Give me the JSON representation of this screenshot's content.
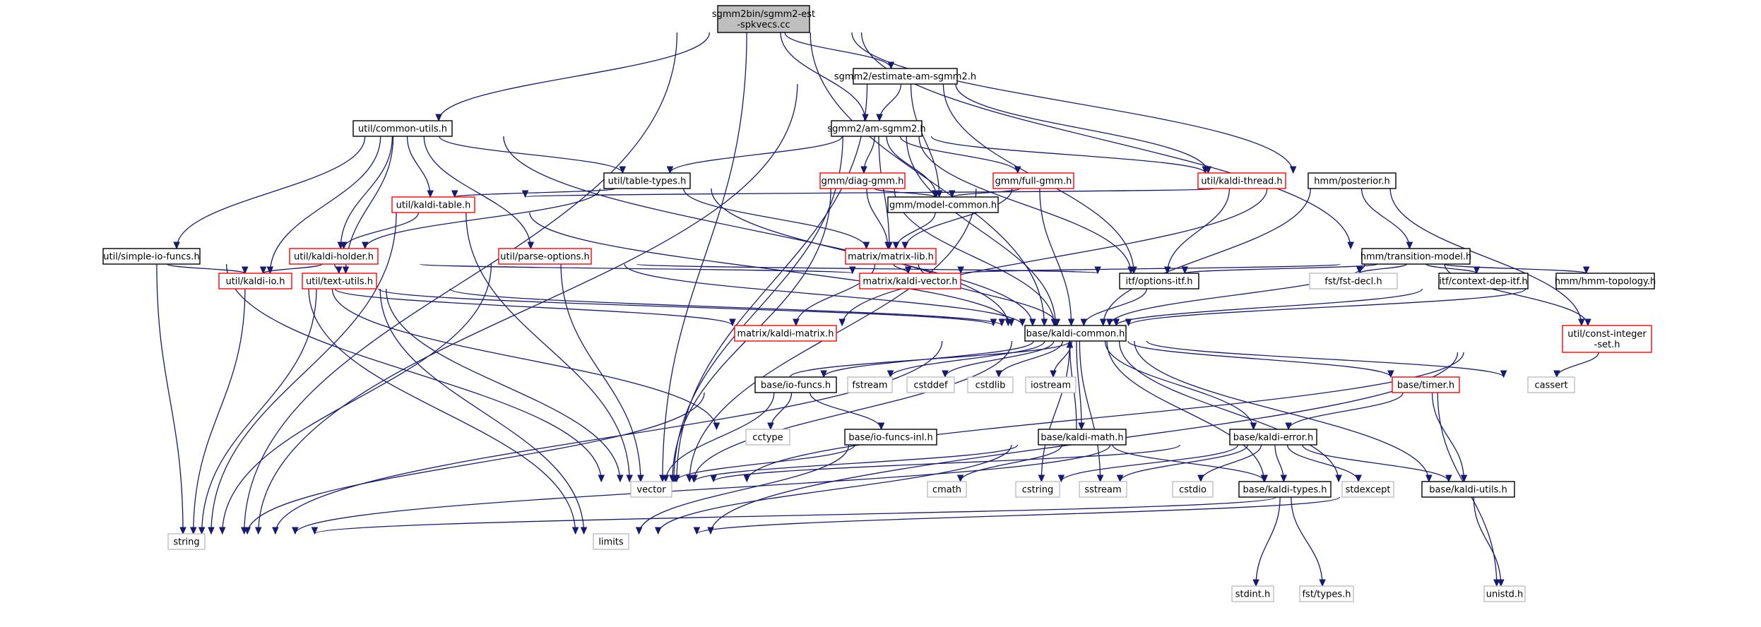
{
  "nodes": [
    {
      "id": "root",
      "lines": [
        "sgmm2bin/sgmm2-est",
        "-spkvecs.cc"
      ],
      "style": "root"
    },
    {
      "id": "est",
      "lines": [
        "sgmm2/estimate-am-sgmm2.h"
      ],
      "style": "black"
    },
    {
      "id": "cu",
      "lines": [
        "util/common-utils.h"
      ],
      "style": "black"
    },
    {
      "id": "am",
      "lines": [
        "sgmm2/am-sgmm2.h"
      ],
      "style": "black"
    },
    {
      "id": "tt",
      "lines": [
        "util/table-types.h"
      ],
      "style": "black"
    },
    {
      "id": "dg",
      "lines": [
        "gmm/diag-gmm.h"
      ],
      "style": "red"
    },
    {
      "id": "fg",
      "lines": [
        "gmm/full-gmm.h"
      ],
      "style": "red"
    },
    {
      "id": "kth",
      "lines": [
        "util/kaldi-thread.h"
      ],
      "style": "red"
    },
    {
      "id": "post",
      "lines": [
        "hmm/posterior.h"
      ],
      "style": "black"
    },
    {
      "id": "ktab",
      "lines": [
        "util/kaldi-table.h"
      ],
      "style": "red"
    },
    {
      "id": "mc",
      "lines": [
        "gmm/model-common.h"
      ],
      "style": "black"
    },
    {
      "id": "sio",
      "lines": [
        "util/simple-io-funcs.h"
      ],
      "style": "black"
    },
    {
      "id": "kh",
      "lines": [
        "util/kaldi-holder.h"
      ],
      "style": "red"
    },
    {
      "id": "po",
      "lines": [
        "util/parse-options.h"
      ],
      "style": "red"
    },
    {
      "id": "ml",
      "lines": [
        "matrix/matrix-lib.h"
      ],
      "style": "red"
    },
    {
      "id": "tm",
      "lines": [
        "hmm/transition-model.h"
      ],
      "style": "black"
    },
    {
      "id": "kio",
      "lines": [
        "util/kaldi-io.h"
      ],
      "style": "red"
    },
    {
      "id": "tu",
      "lines": [
        "util/text-utils.h"
      ],
      "style": "red"
    },
    {
      "id": "kv",
      "lines": [
        "matrix/kaldi-vector.h"
      ],
      "style": "red"
    },
    {
      "id": "oi",
      "lines": [
        "itf/options-itf.h"
      ],
      "style": "black"
    },
    {
      "id": "fd",
      "lines": [
        "fst/fst-decl.h"
      ],
      "style": "gray"
    },
    {
      "id": "cd",
      "lines": [
        "itf/context-dep-itf.h"
      ],
      "style": "black"
    },
    {
      "id": "ht",
      "lines": [
        "hmm/hmm-topology.h"
      ],
      "style": "black"
    },
    {
      "id": "km",
      "lines": [
        "matrix/kaldi-matrix.h"
      ],
      "style": "red"
    },
    {
      "id": "kc",
      "lines": [
        "base/kaldi-common.h"
      ],
      "style": "black"
    },
    {
      "id": "cis",
      "lines": [
        "util/const-integer",
        "-set.h"
      ],
      "style": "red"
    },
    {
      "id": "iof",
      "lines": [
        "base/io-funcs.h"
      ],
      "style": "black"
    },
    {
      "id": "fstream",
      "lines": [
        "fstream"
      ],
      "style": "gray"
    },
    {
      "id": "cstddef",
      "lines": [
        "cstddef"
      ],
      "style": "gray"
    },
    {
      "id": "cstdlib",
      "lines": [
        "cstdlib"
      ],
      "style": "gray"
    },
    {
      "id": "iostream",
      "lines": [
        "iostream"
      ],
      "style": "gray"
    },
    {
      "id": "timer",
      "lines": [
        "base/timer.h"
      ],
      "style": "red"
    },
    {
      "id": "cassert",
      "lines": [
        "cassert"
      ],
      "style": "gray"
    },
    {
      "id": "cctype",
      "lines": [
        "cctype"
      ],
      "style": "gray"
    },
    {
      "id": "iofi",
      "lines": [
        "base/io-funcs-inl.h"
      ],
      "style": "black"
    },
    {
      "id": "kmath",
      "lines": [
        "base/kaldi-math.h"
      ],
      "style": "black"
    },
    {
      "id": "ke",
      "lines": [
        "base/kaldi-error.h"
      ],
      "style": "black"
    },
    {
      "id": "vector",
      "lines": [
        "vector"
      ],
      "style": "gray"
    },
    {
      "id": "cmath",
      "lines": [
        "cmath"
      ],
      "style": "gray"
    },
    {
      "id": "cstring",
      "lines": [
        "cstring"
      ],
      "style": "gray"
    },
    {
      "id": "sstream",
      "lines": [
        "sstream"
      ],
      "style": "gray"
    },
    {
      "id": "cstdio",
      "lines": [
        "cstdio"
      ],
      "style": "gray"
    },
    {
      "id": "kt",
      "lines": [
        "base/kaldi-types.h"
      ],
      "style": "black"
    },
    {
      "id": "stdexcept",
      "lines": [
        "stdexcept"
      ],
      "style": "gray"
    },
    {
      "id": "ku",
      "lines": [
        "base/kaldi-utils.h"
      ],
      "style": "black"
    },
    {
      "id": "string",
      "lines": [
        "string"
      ],
      "style": "gray"
    },
    {
      "id": "limits",
      "lines": [
        "limits"
      ],
      "style": "gray"
    },
    {
      "id": "stdint",
      "lines": [
        "stdint.h"
      ],
      "style": "gray"
    },
    {
      "id": "fsttypes",
      "lines": [
        "fst/types.h"
      ],
      "style": "gray"
    },
    {
      "id": "unistd",
      "lines": [
        "unistd.h"
      ],
      "style": "gray"
    }
  ],
  "edges": [
    [
      "root",
      "string"
    ],
    [
      "root",
      "cu"
    ],
    [
      "root",
      "vector"
    ],
    [
      "root",
      "est"
    ],
    [
      "root",
      "am"
    ],
    [
      "root",
      "kc"
    ],
    [
      "root",
      "post"
    ],
    [
      "root",
      "tm"
    ],
    [
      "est",
      "string"
    ],
    [
      "est",
      "vector"
    ],
    [
      "est",
      "am"
    ],
    [
      "est",
      "mc"
    ],
    [
      "est",
      "kth"
    ],
    [
      "est",
      "oi"
    ],
    [
      "cu",
      "sio"
    ],
    [
      "cu",
      "kio"
    ],
    [
      "cu",
      "tu"
    ],
    [
      "cu",
      "ktab"
    ],
    [
      "cu",
      "kh"
    ],
    [
      "cu",
      "po"
    ],
    [
      "cu",
      "tt"
    ],
    [
      "cu",
      "kc"
    ],
    [
      "am",
      "tt"
    ],
    [
      "am",
      "vector"
    ],
    [
      "am",
      "ml"
    ],
    [
      "am",
      "dg"
    ],
    [
      "am",
      "mc"
    ],
    [
      "am",
      "fg"
    ],
    [
      "am",
      "kth"
    ],
    [
      "am",
      "oi"
    ],
    [
      "am",
      "kc"
    ],
    [
      "tt",
      "kh"
    ],
    [
      "tt",
      "ktab"
    ],
    [
      "tt",
      "ml"
    ],
    [
      "tt",
      "kc"
    ],
    [
      "dg",
      "vector"
    ],
    [
      "dg",
      "mc"
    ],
    [
      "dg",
      "ml"
    ],
    [
      "dg",
      "kc"
    ],
    [
      "fg",
      "mc"
    ],
    [
      "fg",
      "ml"
    ],
    [
      "fg",
      "vector"
    ],
    [
      "fg",
      "kc"
    ],
    [
      "kth",
      "oi"
    ],
    [
      "post",
      "ktab"
    ],
    [
      "post",
      "tm"
    ],
    [
      "post",
      "km"
    ],
    [
      "post",
      "kc"
    ],
    [
      "post",
      "cis"
    ],
    [
      "ktab",
      "string"
    ],
    [
      "ktab",
      "vector"
    ],
    [
      "ktab",
      "kh"
    ],
    [
      "ktab",
      "kc"
    ],
    [
      "mc",
      "ml"
    ],
    [
      "sio",
      "kio"
    ],
    [
      "sio",
      "string"
    ],
    [
      "sio",
      "vector"
    ],
    [
      "kh",
      "kio"
    ],
    [
      "kh",
      "tu"
    ],
    [
      "kh",
      "kv"
    ],
    [
      "po",
      "string"
    ],
    [
      "po",
      "vector"
    ],
    [
      "po",
      "oi"
    ],
    [
      "po",
      "kc"
    ],
    [
      "ml",
      "kv"
    ],
    [
      "ml",
      "km"
    ],
    [
      "ml",
      "kc"
    ],
    [
      "tm",
      "kv"
    ],
    [
      "tm",
      "oi"
    ],
    [
      "tm",
      "fd"
    ],
    [
      "tm",
      "cd"
    ],
    [
      "tm",
      "ht"
    ],
    [
      "tm",
      "cis"
    ],
    [
      "tm",
      "kc"
    ],
    [
      "kio",
      "string"
    ],
    [
      "kio",
      "limits"
    ],
    [
      "kio",
      "cctype"
    ],
    [
      "kio",
      "km"
    ],
    [
      "kio",
      "kc"
    ],
    [
      "tu",
      "string"
    ],
    [
      "tu",
      "vector"
    ],
    [
      "tu",
      "limits"
    ],
    [
      "tu",
      "kc"
    ],
    [
      "oi",
      "kc"
    ],
    [
      "cd",
      "kc"
    ],
    [
      "ht",
      "kc"
    ],
    [
      "cis",
      "cassert"
    ],
    [
      "cis",
      "vector"
    ],
    [
      "cis",
      "limits"
    ],
    [
      "kc",
      "string"
    ],
    [
      "kc",
      "vector"
    ],
    [
      "kc",
      "iof"
    ],
    [
      "kc",
      "fstream"
    ],
    [
      "kc",
      "cstddef"
    ],
    [
      "kc",
      "cstdlib"
    ],
    [
      "kc",
      "iostream"
    ],
    [
      "kc",
      "kmath"
    ],
    [
      "kc",
      "cstring"
    ],
    [
      "kc",
      "sstream"
    ],
    [
      "kc",
      "ke"
    ],
    [
      "kc",
      "kt"
    ],
    [
      "kc",
      "stdexcept"
    ],
    [
      "kc",
      "ku"
    ],
    [
      "kc",
      "timer"
    ],
    [
      "kc",
      "cassert"
    ],
    [
      "iof",
      "kc"
    ],
    [
      "iof",
      "cctype"
    ],
    [
      "iof",
      "vector"
    ],
    [
      "iof",
      "iofi"
    ],
    [
      "iof",
      "string"
    ],
    [
      "iofi",
      "vector"
    ],
    [
      "iofi",
      "limits"
    ],
    [
      "kmath",
      "kc"
    ],
    [
      "kmath",
      "vector"
    ],
    [
      "kmath",
      "cmath"
    ],
    [
      "kmath",
      "limits"
    ],
    [
      "kmath",
      "kt"
    ],
    [
      "timer",
      "ke"
    ],
    [
      "timer",
      "ku"
    ],
    [
      "timer",
      "unistd"
    ],
    [
      "ke",
      "vector"
    ],
    [
      "ke",
      "string"
    ],
    [
      "ke",
      "cstring"
    ],
    [
      "ke",
      "sstream"
    ],
    [
      "ke",
      "cstdio"
    ],
    [
      "ke",
      "kt"
    ],
    [
      "ke",
      "stdexcept"
    ],
    [
      "ke",
      "ku"
    ],
    [
      "kt",
      "stdint"
    ],
    [
      "kt",
      "fsttypes"
    ],
    [
      "ku",
      "string"
    ],
    [
      "ku",
      "limits"
    ],
    [
      "ku",
      "unistd"
    ]
  ]
}
